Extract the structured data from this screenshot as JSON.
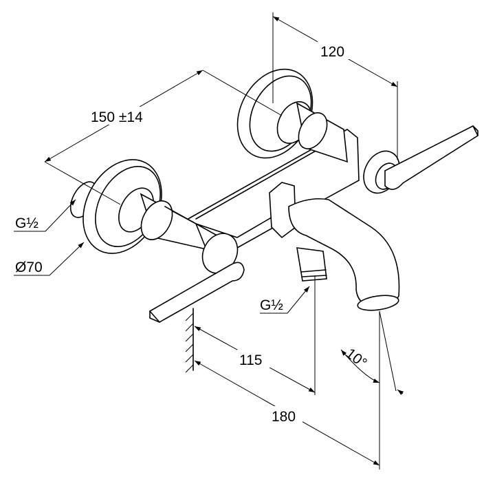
{
  "drawing": {
    "type": "faucet-dimension-drawing",
    "dimensions": {
      "rosette_spacing": "120",
      "inlet_spacing": "150 ±14",
      "thread_left": "G½",
      "rosette_diameter": "Ø70",
      "thread_outlet": "G½",
      "outlet_projection": "115",
      "spout_projection": "180",
      "spout_angle": "10°"
    }
  }
}
